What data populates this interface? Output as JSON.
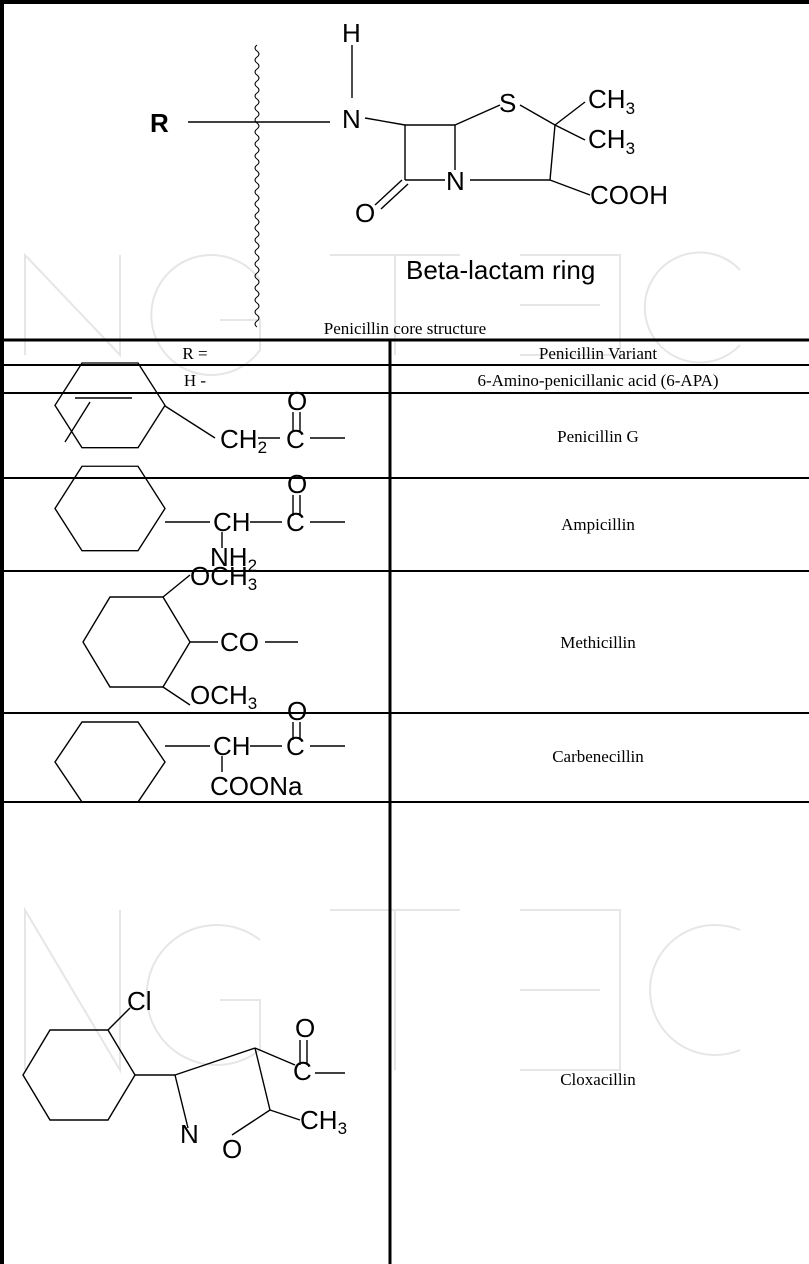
{
  "core": {
    "r_label": "R",
    "h_label": "H",
    "n_label": "N",
    "s_label": "S",
    "n_ring_label": "N",
    "o_label": "O",
    "ch3_top": "CH",
    "ch3_top_sub": "3",
    "ch3_mid": "CH",
    "ch3_mid_sub": "3",
    "cooh_label": "COOH",
    "ring_label": "Beta-lactam ring",
    "caption": "Penicillin core structure"
  },
  "table": {
    "col_r_header": "R =",
    "col_variant_header": "Penicillin Variant",
    "rows": [
      {
        "r": "H -",
        "variant": "6-Amino-penicillanic acid (6-APA)"
      },
      {
        "r_group": "benzyl-carbonyl",
        "variant": "Penicillin G"
      },
      {
        "r_group": "aminobenzyl-carbonyl",
        "variant": "Ampicillin"
      },
      {
        "r_group": "dimethoxybenzoyl",
        "variant": "Methicillin"
      },
      {
        "r_group": "carboxybenzyl-carbonyl",
        "variant": "Carbenecillin"
      },
      {
        "r_group": "chlorophenyl-methylisoxazolyl-carbonyl",
        "variant": "Cloxacillin"
      }
    ]
  },
  "groups": {
    "penG": {
      "o": "O",
      "ch2": "CH",
      "ch2_sub": "2",
      "c": "C"
    },
    "amp": {
      "o": "O",
      "ch": "CH",
      "c": "C",
      "nh2": "NH",
      "nh2_sub": "2"
    },
    "meth": {
      "och3_top": "OCH",
      "och3_top_sub": "3",
      "co": "CO",
      "och3_bot": "OCH",
      "och3_bot_sub": "3"
    },
    "carb": {
      "o": "O",
      "ch": "CH",
      "c": "C",
      "coona": "COONa"
    },
    "clox": {
      "cl": "Cl",
      "o": "O",
      "c": "C",
      "n": "N",
      "o_ring": "O",
      "ch3": "CH",
      "ch3_sub": "3"
    }
  }
}
